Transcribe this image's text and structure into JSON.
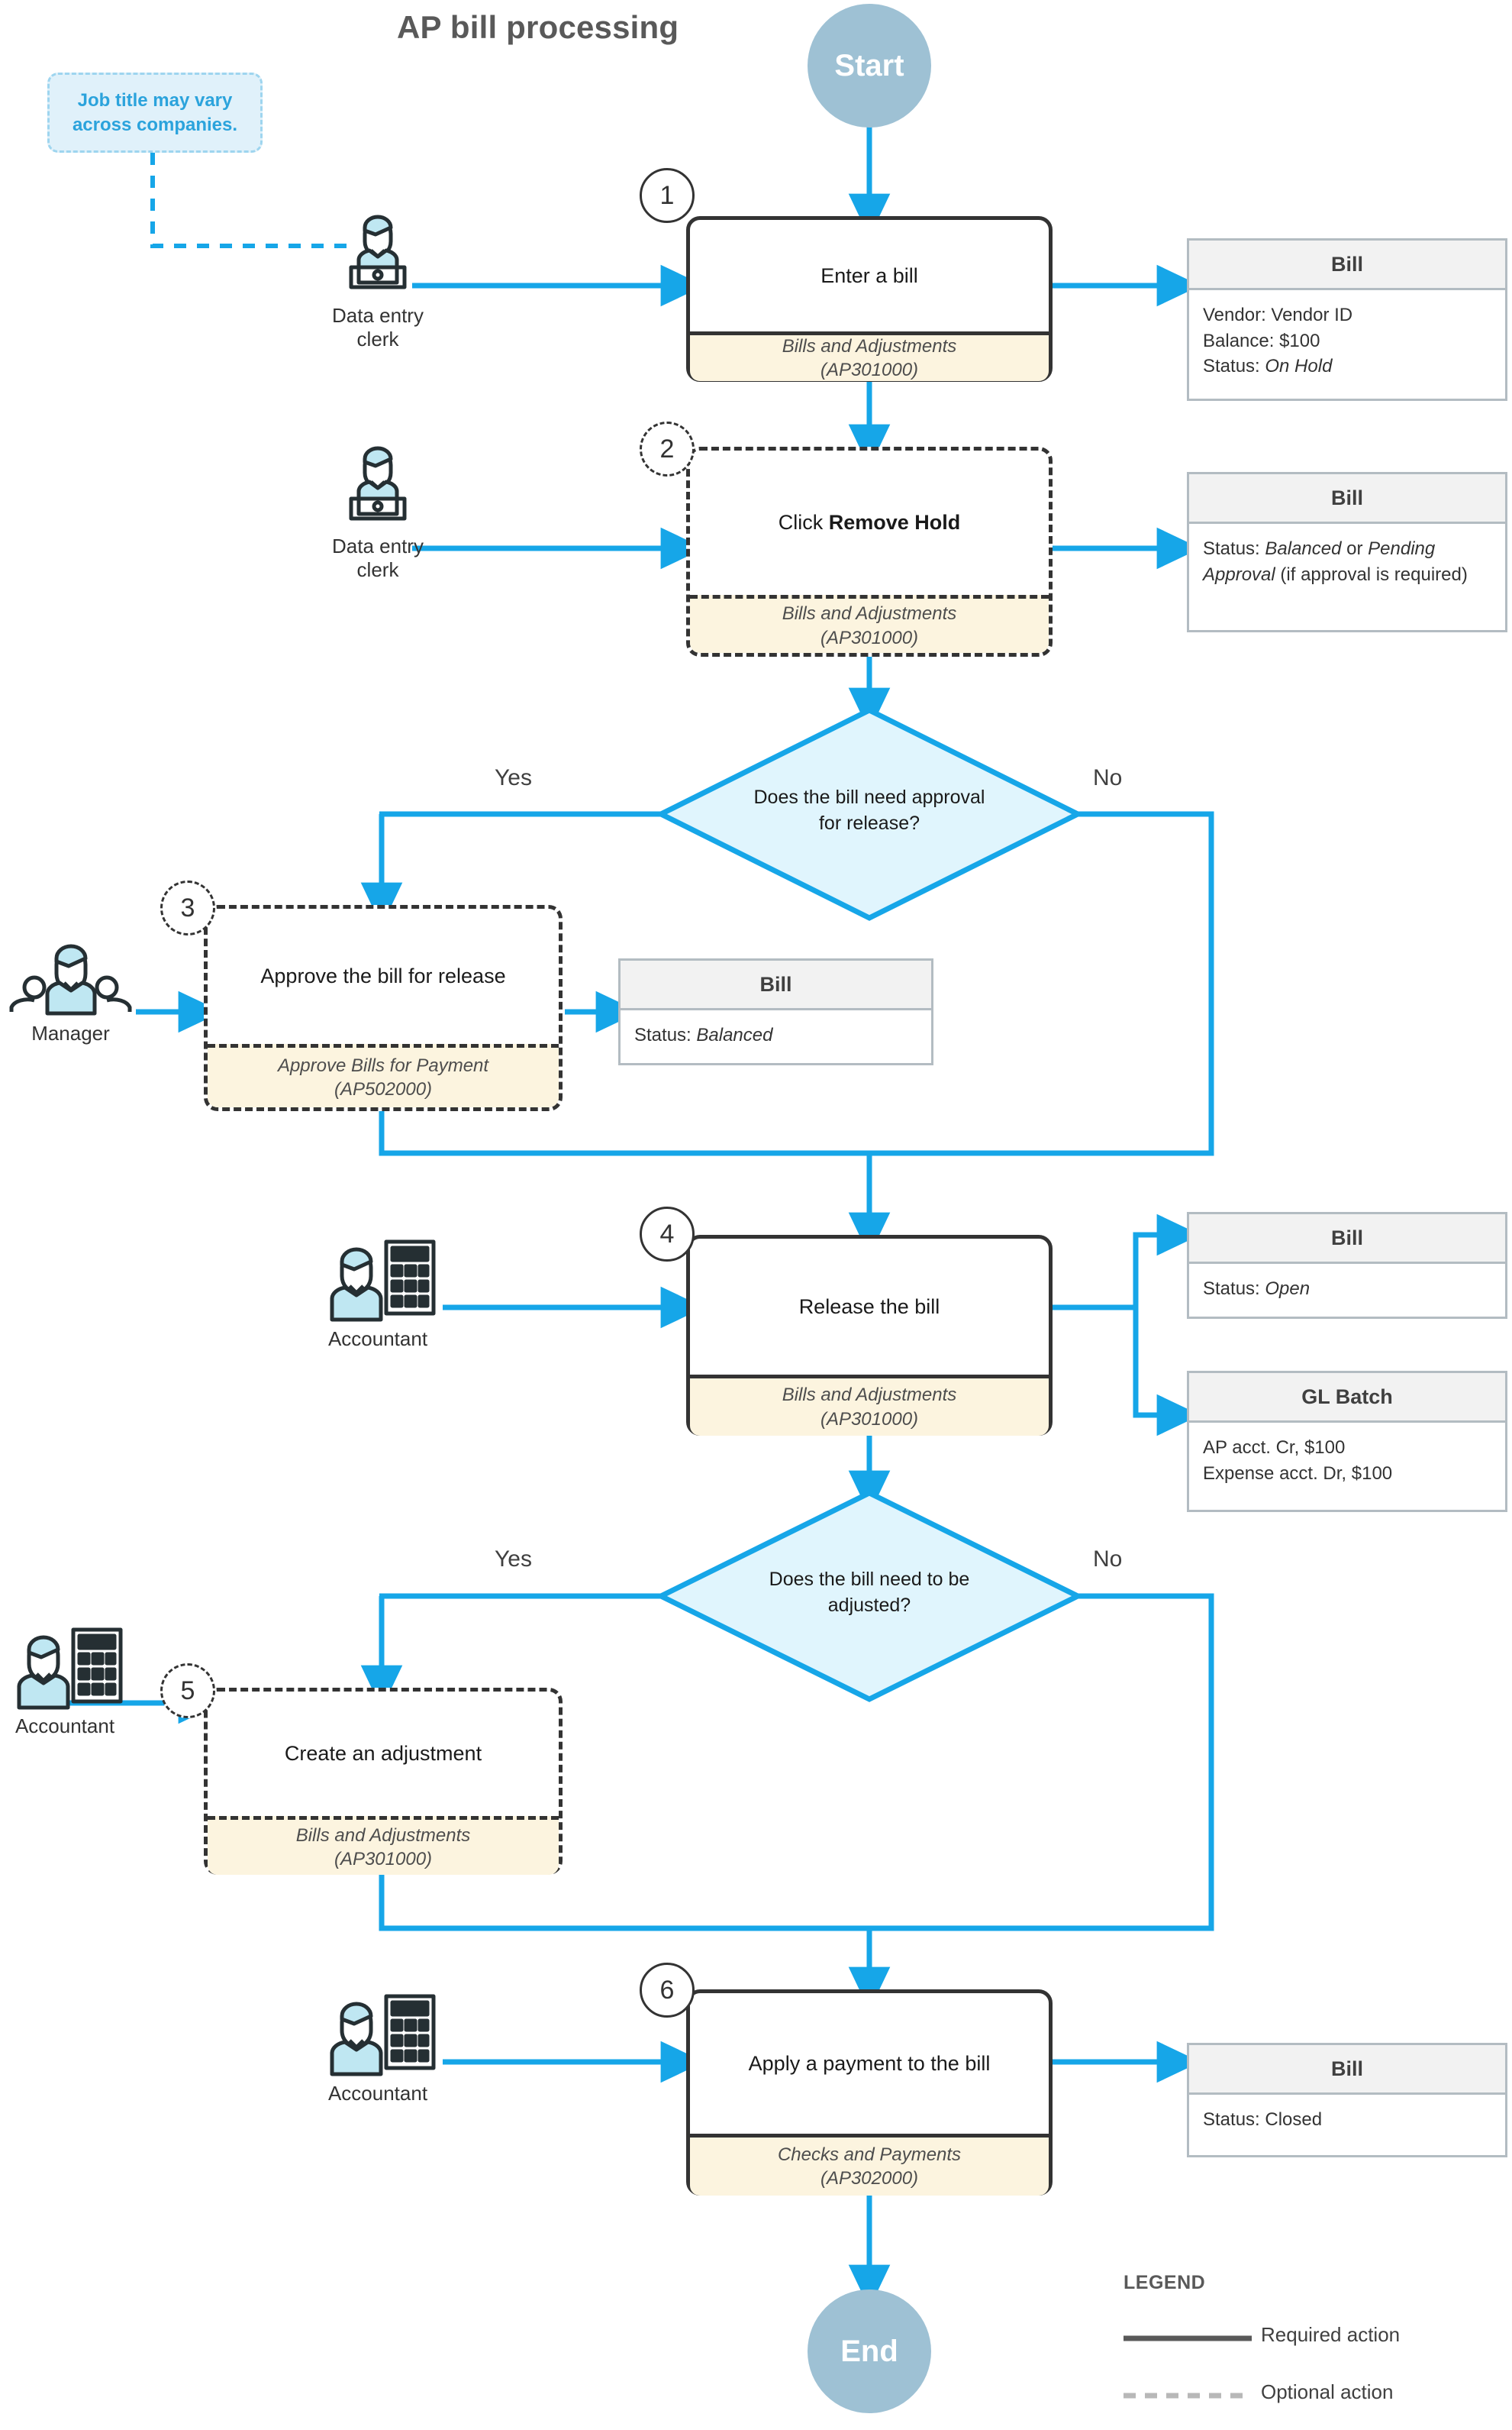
{
  "title": "AP bill processing",
  "terminators": {
    "start": "Start",
    "end": "End"
  },
  "note": {
    "text": "Job title may vary across companies."
  },
  "roles": {
    "clerk": "Data entry clerk",
    "manager": "Manager",
    "accountant": "Accountant"
  },
  "steps": [
    {
      "num": "1",
      "action": "Enter a bill",
      "screen": "Bills and Adjustments",
      "code": "(AP301000)",
      "kind": "required"
    },
    {
      "num": "2",
      "action_prefix": "Click ",
      "action_bold": "Remove Hold",
      "screen": "Bills and Adjustments",
      "code": "(AP301000)",
      "kind": "optional"
    },
    {
      "num": "3",
      "action": "Approve the bill for release",
      "screen": "Approve Bills for Payment",
      "code": "(AP502000)",
      "kind": "optional"
    },
    {
      "num": "4",
      "action": "Release the bill",
      "screen": "Bills and Adjustments",
      "code": "(AP301000)",
      "kind": "required"
    },
    {
      "num": "5",
      "action": "Create an adjustment",
      "screen": "Bills and Adjustments",
      "code": "(AP301000)",
      "kind": "optional"
    },
    {
      "num": "6",
      "action": "Apply a payment to the bill",
      "screen": "Checks and Payments",
      "code": "(AP302000)",
      "kind": "required"
    }
  ],
  "decisions": [
    {
      "id": "d1",
      "line1": "Does the bill need approval",
      "line2": "for release?",
      "yes": "Yes",
      "no": "No"
    },
    {
      "id": "d2",
      "line1": "Does the bill need to be",
      "line2": "adjusted?",
      "yes": "Yes",
      "no": "No"
    }
  ],
  "cards": [
    {
      "id": "c1",
      "title": "Bill",
      "lines": [
        "Vendor: Vendor ID",
        "Balance: $100",
        "Status: On Hold"
      ]
    },
    {
      "id": "c2",
      "title": "Bill",
      "lines": [
        "Status: Balanced or Pending Approval (if approval is required)"
      ]
    },
    {
      "id": "c3",
      "title": "Bill",
      "lines": [
        "Status: Balanced"
      ]
    },
    {
      "id": "c4",
      "title": "Bill",
      "lines": [
        "Status: Open"
      ]
    },
    {
      "id": "c5",
      "title": "GL Batch",
      "lines": [
        "AP acct. Cr, $100",
        "Expense acct. Dr, $100"
      ]
    },
    {
      "id": "c6",
      "title": "Bill",
      "lines": [
        "Status: Closed"
      ]
    }
  ],
  "legend": {
    "heading": "LEGEND",
    "required": "Required action",
    "optional": "Optional action"
  },
  "colors": {
    "flow_blue": "#16A6E8",
    "diamond_fill": "#E0F5FD",
    "terminator": "#9EC1D4",
    "screen_band": "#FCF4DF",
    "note_fill": "#E0F1FA",
    "note_text": "#2BA3DC",
    "card_border": "#B3BCC2",
    "card_head": "#F2F2F2",
    "stroke_dark": "#333333"
  }
}
